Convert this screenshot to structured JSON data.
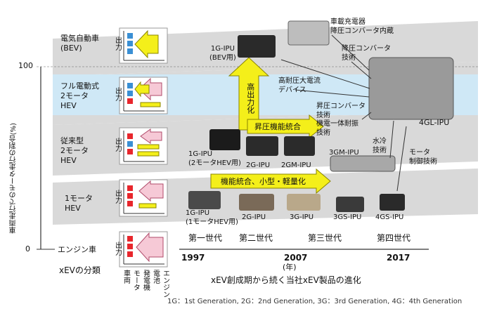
{
  "y_axis": {
    "label": "車両走行でのモータ走行の割合(%)",
    "tick_100": "100",
    "tick_0": "0"
  },
  "categories": [
    {
      "name": "電気自動車\n(BEV)"
    },
    {
      "name": "フル電動式\n2モータ\nHEV"
    },
    {
      "name": "従来型\n2モータ\nHEV"
    },
    {
      "name": "1モータ\nHEV"
    },
    {
      "name": "エンジン車"
    }
  ],
  "bar_label": "出力",
  "component_labels": [
    "車両",
    "モータ",
    "発電機",
    "電池",
    "エンジン"
  ],
  "classification_label": "xEVの分類",
  "products": {
    "bev_ipu": "1G-IPU\n(BEV用)",
    "charger": "車載充電器\n降圧コンバータ内蔵",
    "dcdc": "降圧コンバータ\n技術",
    "hv_device": "高耐圧大電流\nデバイス",
    "boost": "昇圧コンバータ\n技術\n機電一体耐振\n技術",
    "gl": "4GL-IPU",
    "ipu_1g_2m": "1G-IPU\n(2モータHEV用)",
    "ipu_2g": "2G-IPU",
    "ipu_2gm": "2GM-IPU",
    "ipu_3gm": "3GM-IPU",
    "water": "水冷\n技術",
    "motor_ctrl": "モータ\n制御技術",
    "ipu_1g_1m": "1G-IPU\n(1モータHEV用)",
    "ipu_2g_b": "2G-IPU",
    "ipu_3g": "3G-IPU",
    "ipu_3gs": "3GS-IPU",
    "ipu_4gs": "4GS-IPU"
  },
  "arrows": {
    "high_output": "高出力化",
    "boost_integration": "昇圧機能統合",
    "integration": "機能統合、小型・軽量化"
  },
  "generations": [
    "第一世代",
    "第二世代",
    "第三世代",
    "第四世代"
  ],
  "years": [
    "1997",
    "2007",
    "2017"
  ],
  "year_unit": "(年)",
  "x_caption": "xEV創成期から続く当社xEV製品の進化",
  "footnote": "1G：1st Generation, 2G：2nd Generation, 3G：3rd Generation, 4G：4th Generation",
  "colors": {
    "band": "#d9d9d9",
    "highlight": "#cfe8f6",
    "arrow_yellow": "#f4ef1a",
    "arrow_pink": "#f6c9d6",
    "red": "#e8262c",
    "blue": "#3a8fd4"
  }
}
